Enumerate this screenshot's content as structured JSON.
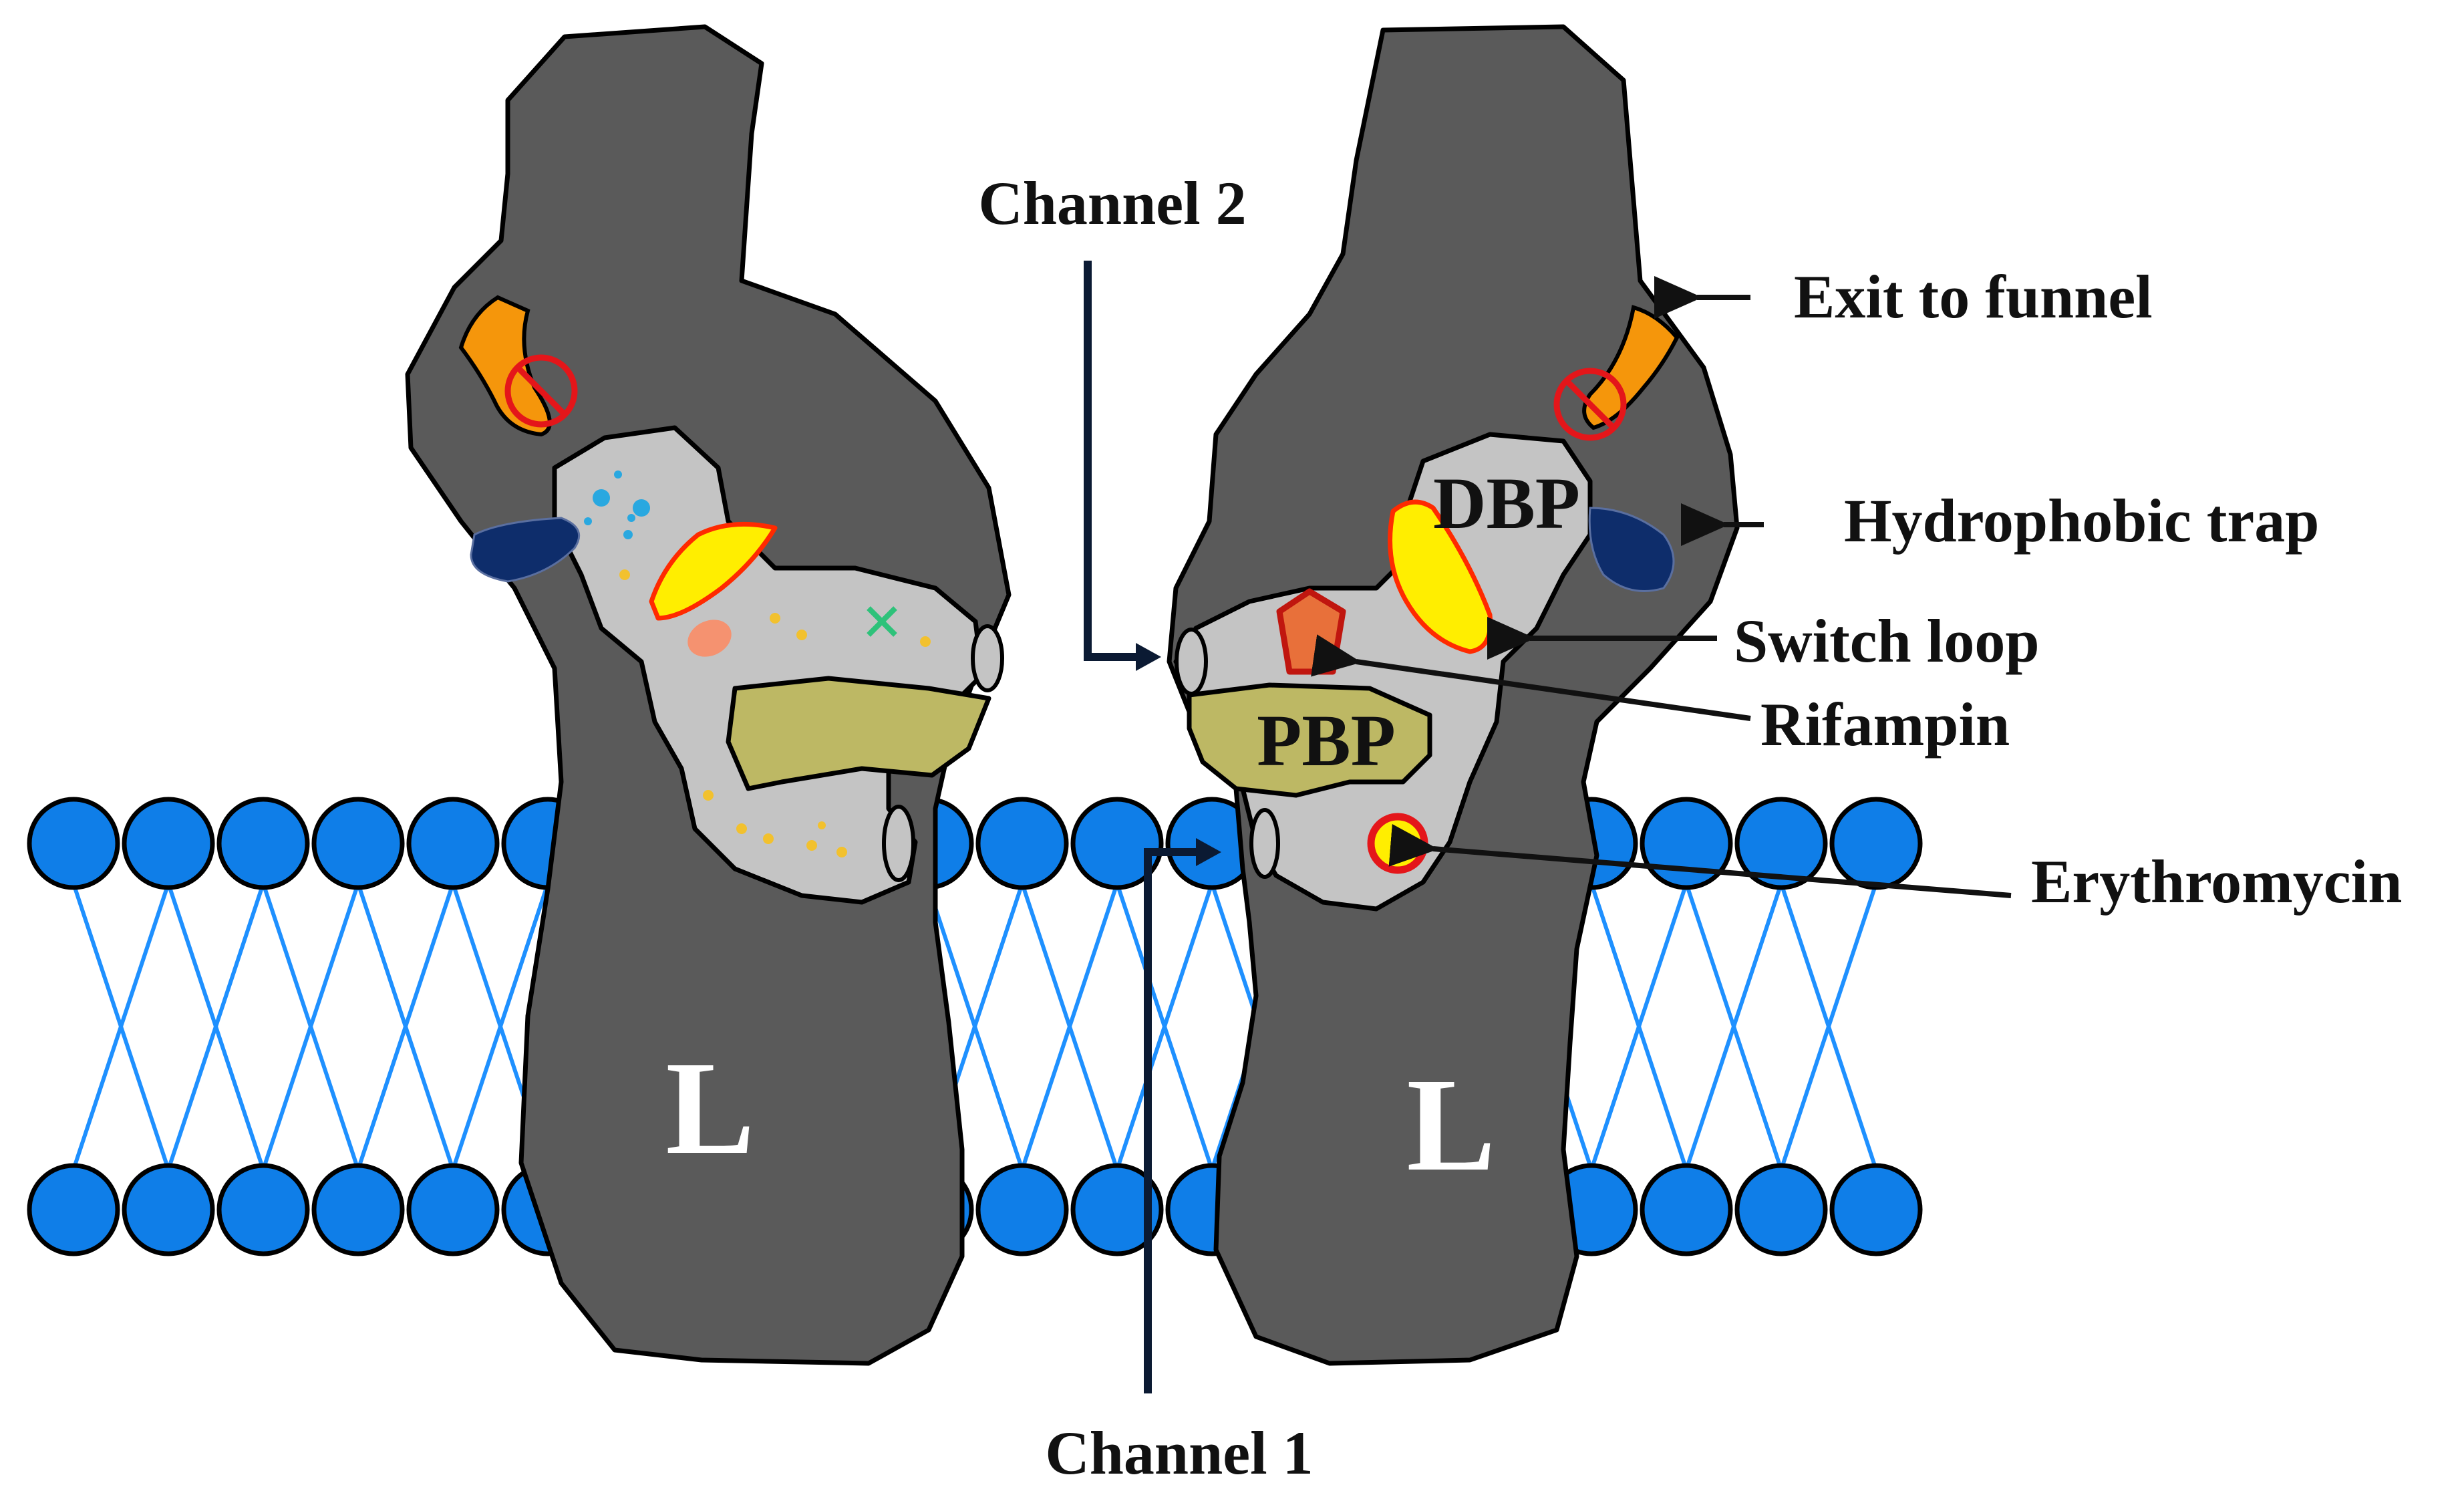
{
  "labels": {
    "channel_2": "Channel 2",
    "channel_1": "Channel 1",
    "exit_to_funnel": "Exit to funnel",
    "hydrophobic_trap": "Hydrophobic trap",
    "switch_loop": "Switch loop",
    "rifampin": "Rifampin",
    "erythromycin": "Erythromycin",
    "dbp": "DBP",
    "pbp": "PBP",
    "left_protomer": "L",
    "right_protomer": "L"
  },
  "colors": {
    "protein": "#5a5a5a",
    "pocket": "#c4c4c4",
    "pbp": "#bdb864",
    "lipid_head": "#0f7ee8",
    "lipid_tail": "#1e90ff",
    "exit_gate": "#f5960b",
    "hydrophobic_trap": "#0e2d6b",
    "switch_loop": "#ffee00",
    "switch_loop_edge": "#ff2a00",
    "rifampin": "#e8703a",
    "rifampin_edge": "#c0160f",
    "erythromycin": "#ffee00",
    "erythromycin_edge": "#e4161a",
    "blocked_symbol": "#e4161a",
    "arrow": "#111111",
    "channel_arrow": "#0b1a33"
  }
}
